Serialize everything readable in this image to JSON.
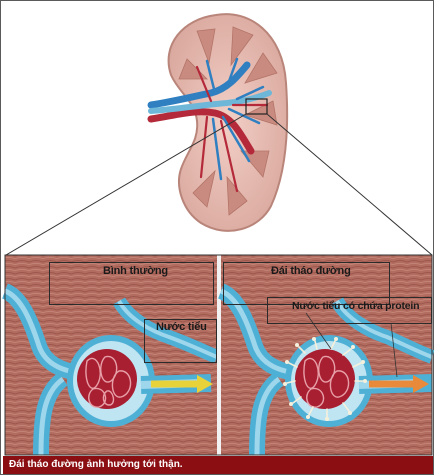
{
  "labels": {
    "normal": "Bình thường",
    "diabetes": "Đái tháo đường",
    "urine": "Nước tiểu",
    "protein_urine": "Nước tiểu có chứa protein"
  },
  "caption": "Đái tháo đường ảnh hưởng tới thận.",
  "colors": {
    "tissue": "#b06a5e",
    "tubule": "#4fb0d6",
    "glomerulus": "#a81f32",
    "normal_urine_arrow": "#e8d23a",
    "protein_urine_arrow": "#e98a3a",
    "caption_bg": "#8b0f12"
  },
  "icons": {
    "kidney": "kidney-illustration",
    "normal_nephron": "healthy-glomerulus-illustration",
    "diabetic_nephron": "damaged-glomerulus-illustration"
  }
}
